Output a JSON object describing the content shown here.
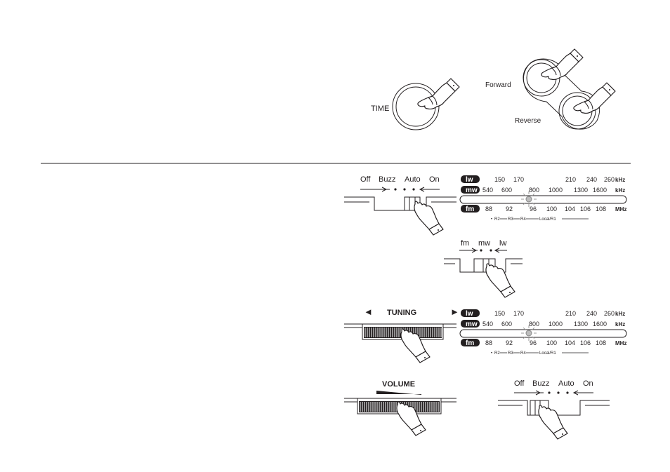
{
  "time_button": {
    "label": "TIME"
  },
  "seek_buttons": {
    "forward_label": "Forward",
    "reverse_label": "Reverse"
  },
  "alarm_switch_top": {
    "options": [
      "Off",
      "Buzz",
      "Auto",
      "On"
    ]
  },
  "alarm_switch_bottom": {
    "options": [
      "Off",
      "Buzz",
      "Auto",
      "On"
    ]
  },
  "band_switch": {
    "options": [
      "fm",
      "mw",
      "lw"
    ]
  },
  "tuning": {
    "label": "TUNING",
    "left_arrow": "◄",
    "right_arrow": "►"
  },
  "volume": {
    "label": "VOLUME"
  },
  "dial": {
    "bands": [
      {
        "name": "lw",
        "values": [
          "150",
          "170",
          "210",
          "240",
          "260"
        ],
        "unit": "kHz"
      },
      {
        "name": "mw",
        "values": [
          "540",
          "600",
          "800",
          "1000",
          "1300",
          "1600"
        ],
        "unit": "kHz"
      },
      {
        "name": "fm",
        "values": [
          "88",
          "92",
          "96",
          "100",
          "104",
          "106",
          "108"
        ],
        "unit": "MHz"
      }
    ],
    "fm_stations": [
      "R2",
      "R3",
      "R4",
      "Local/R1"
    ]
  },
  "colors": {
    "ink": "#231f20",
    "paper": "#ffffff",
    "indicator": "#bdbdbd"
  }
}
